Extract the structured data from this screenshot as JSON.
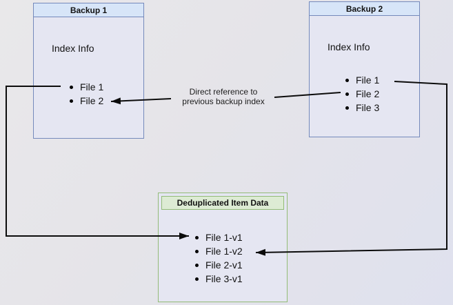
{
  "colors": {
    "blue_border": "#7489bb",
    "blue_header_fill": "#d7e5f8",
    "green_border": "#92bb76",
    "green_header_fill": "#ddebd4",
    "box_body_fill": "#e5e6f2",
    "arrow_color": "#0b0b0b",
    "text_color": "#111111",
    "bg_from": "#e9e8ea",
    "bg_to": "#dfe1ee"
  },
  "nodes": {
    "backup1": {
      "title": "Backup 1",
      "subtitle": "Index Info",
      "files": [
        "File 1",
        "File 2"
      ]
    },
    "backup2": {
      "title": "Backup 2",
      "subtitle": "Index Info",
      "files": [
        "File 1",
        "File 2",
        "File 3"
      ]
    },
    "dedup": {
      "title": "Deduplicated Item Data",
      "items": [
        "File 1-v1",
        "File 1-v2",
        "File 2-v1",
        "File 3-v1"
      ]
    }
  },
  "edges": {
    "reference_label_line1": "Direct reference to",
    "reference_label_line2": "previous backup index"
  }
}
